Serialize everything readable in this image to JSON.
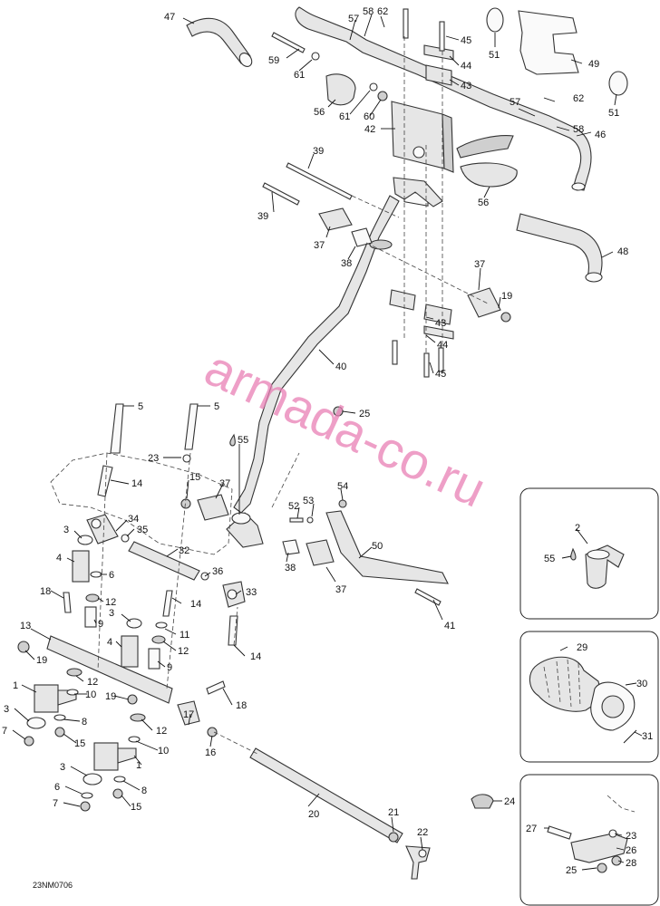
{
  "watermark": "armada-co.ru",
  "diagram_code": "23NM0706",
  "callouts": [
    {
      "id": "c47",
      "label": "47"
    },
    {
      "id": "c58a",
      "label": "58"
    },
    {
      "id": "c62a",
      "label": "62"
    },
    {
      "id": "c57a",
      "label": "57"
    },
    {
      "id": "c45a",
      "label": "45"
    },
    {
      "id": "c44a",
      "label": "44"
    },
    {
      "id": "c43a",
      "label": "43"
    },
    {
      "id": "c51a",
      "label": "51"
    },
    {
      "id": "c49",
      "label": "49"
    },
    {
      "id": "c51b",
      "label": "51"
    },
    {
      "id": "c59",
      "label": "59"
    },
    {
      "id": "c61a",
      "label": "61"
    },
    {
      "id": "c56a",
      "label": "56"
    },
    {
      "id": "c61b",
      "label": "61"
    },
    {
      "id": "c60",
      "label": "60"
    },
    {
      "id": "c42",
      "label": "42"
    },
    {
      "id": "c57b",
      "label": "57"
    },
    {
      "id": "c62b",
      "label": "62"
    },
    {
      "id": "c58b",
      "label": "58"
    },
    {
      "id": "c46",
      "label": "46"
    },
    {
      "id": "c56b",
      "label": "56"
    },
    {
      "id": "c39a",
      "label": "39"
    },
    {
      "id": "c39b",
      "label": "39"
    },
    {
      "id": "c37a",
      "label": "37"
    },
    {
      "id": "c38a",
      "label": "38"
    },
    {
      "id": "c48",
      "label": "48"
    },
    {
      "id": "c37b",
      "label": "37"
    },
    {
      "id": "c19a",
      "label": "19"
    },
    {
      "id": "c43b",
      "label": "43"
    },
    {
      "id": "c44b",
      "label": "44"
    },
    {
      "id": "c45b",
      "label": "45"
    },
    {
      "id": "c40",
      "label": "40"
    },
    {
      "id": "c5a",
      "label": "5"
    },
    {
      "id": "c5b",
      "label": "5"
    },
    {
      "id": "c25a",
      "label": "25"
    },
    {
      "id": "c55a",
      "label": "55"
    },
    {
      "id": "c23a",
      "label": "23"
    },
    {
      "id": "c14a",
      "label": "14"
    },
    {
      "id": "c15a",
      "label": "15"
    },
    {
      "id": "c37c",
      "label": "37"
    },
    {
      "id": "c53",
      "label": "53"
    },
    {
      "id": "c54",
      "label": "54"
    },
    {
      "id": "c52",
      "label": "52"
    },
    {
      "id": "c3a",
      "label": "3"
    },
    {
      "id": "c34",
      "label": "34"
    },
    {
      "id": "c35",
      "label": "35"
    },
    {
      "id": "c32",
      "label": "32"
    },
    {
      "id": "c50",
      "label": "50"
    },
    {
      "id": "c4a",
      "label": "4"
    },
    {
      "id": "c6a",
      "label": "6"
    },
    {
      "id": "c36",
      "label": "36"
    },
    {
      "id": "c38b",
      "label": "38"
    },
    {
      "id": "c37d",
      "label": "37"
    },
    {
      "id": "c33",
      "label": "33"
    },
    {
      "id": "c18a",
      "label": "18"
    },
    {
      "id": "c12a",
      "label": "12"
    },
    {
      "id": "c9a",
      "label": "9"
    },
    {
      "id": "c14b",
      "label": "14"
    },
    {
      "id": "c41",
      "label": "41"
    },
    {
      "id": "c13",
      "label": "13"
    },
    {
      "id": "c3b",
      "label": "3"
    },
    {
      "id": "c11",
      "label": "11"
    },
    {
      "id": "c19b",
      "label": "19"
    },
    {
      "id": "c4b",
      "label": "4"
    },
    {
      "id": "c12b",
      "label": "12"
    },
    {
      "id": "c14c",
      "label": "14"
    },
    {
      "id": "c9b",
      "label": "9"
    },
    {
      "id": "c12c",
      "label": "12"
    },
    {
      "id": "c1a",
      "label": "1"
    },
    {
      "id": "c10a",
      "label": "10"
    },
    {
      "id": "c19c",
      "label": "19"
    },
    {
      "id": "c18b",
      "label": "18"
    },
    {
      "id": "c3c",
      "label": "3"
    },
    {
      "id": "c8a",
      "label": "8"
    },
    {
      "id": "c7a",
      "label": "7"
    },
    {
      "id": "c15b",
      "label": "15"
    },
    {
      "id": "c12d",
      "label": "12"
    },
    {
      "id": "c17",
      "label": "17"
    },
    {
      "id": "c16",
      "label": "16"
    },
    {
      "id": "c1b",
      "label": "1"
    },
    {
      "id": "c10b",
      "label": "10"
    },
    {
      "id": "c3d",
      "label": "3"
    },
    {
      "id": "c8b",
      "label": "8"
    },
    {
      "id": "c6b",
      "label": "6"
    },
    {
      "id": "c15c",
      "label": "15"
    },
    {
      "id": "c7b",
      "label": "7"
    },
    {
      "id": "c20",
      "label": "20"
    },
    {
      "id": "c21",
      "label": "21"
    },
    {
      "id": "c22",
      "label": "22"
    },
    {
      "id": "c2",
      "label": "2"
    },
    {
      "id": "c55b",
      "label": "55"
    },
    {
      "id": "c29",
      "label": "29"
    },
    {
      "id": "c30",
      "label": "30"
    },
    {
      "id": "c31",
      "label": "31"
    },
    {
      "id": "c24",
      "label": "24"
    },
    {
      "id": "c27",
      "label": "27"
    },
    {
      "id": "c23b",
      "label": "23"
    },
    {
      "id": "c26",
      "label": "26"
    },
    {
      "id": "c28",
      "label": "28"
    },
    {
      "id": "c25b",
      "label": "25"
    }
  ]
}
